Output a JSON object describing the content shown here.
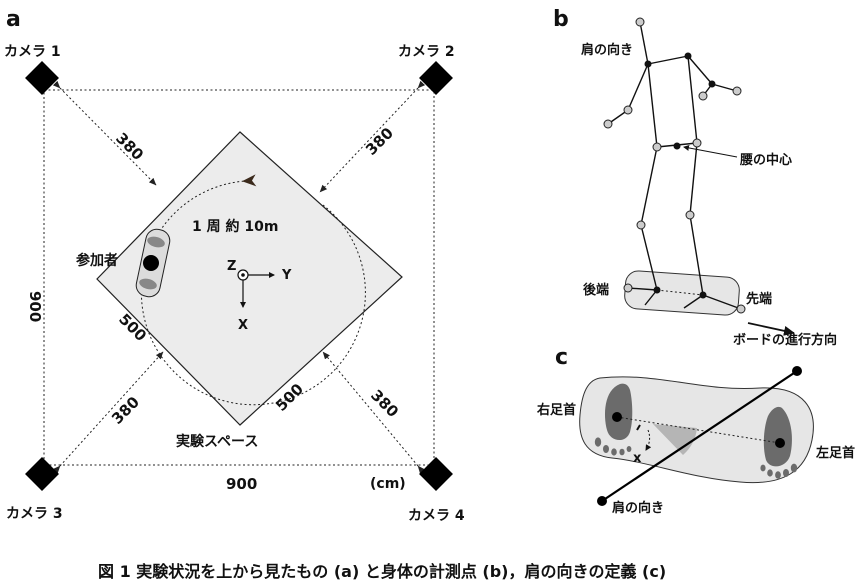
{
  "panel_a": {
    "panel_label": "a",
    "camera1": "カメラ 1",
    "camera2": "カメラ 2",
    "camera3": "カメラ 3",
    "camera4": "カメラ 4",
    "dim_380_tl": "380",
    "dim_380_tr": "380",
    "dim_380_bl": "380",
    "dim_380_br": "380",
    "dim_900_left": "900",
    "dim_900_bottom": "900",
    "dim_500_left": "500",
    "dim_500_right": "500",
    "unit": "(cm)",
    "lap_label": "1 周 約 10m",
    "participant": "参加者",
    "axis_z": "Z",
    "axis_y": "Y",
    "axis_x": "X",
    "space_label": "実験スペース"
  },
  "panel_b": {
    "panel_label": "b",
    "shoulder_orientation": "肩の向き",
    "waist_center": "腰の中心",
    "board_rear": "後端",
    "board_front": "先端",
    "board_direction": "ボードの進行方向"
  },
  "panel_c": {
    "panel_label": "c",
    "right_ankle": "右足首",
    "left_ankle": "左足首",
    "shoulder_orientation": "肩の向き",
    "angle_symbol": "x"
  },
  "caption": "図 1  実験状況を上から見たもの (a) と身体の計測点 (b)，肩の向きの定義 (c)",
  "colors": {
    "space_fill": "#ececec",
    "board_fill": "#e6e6e6",
    "foot_fill": "#6b6b6b",
    "angle_fill": "#b5b5b5",
    "ink": "#111111"
  }
}
